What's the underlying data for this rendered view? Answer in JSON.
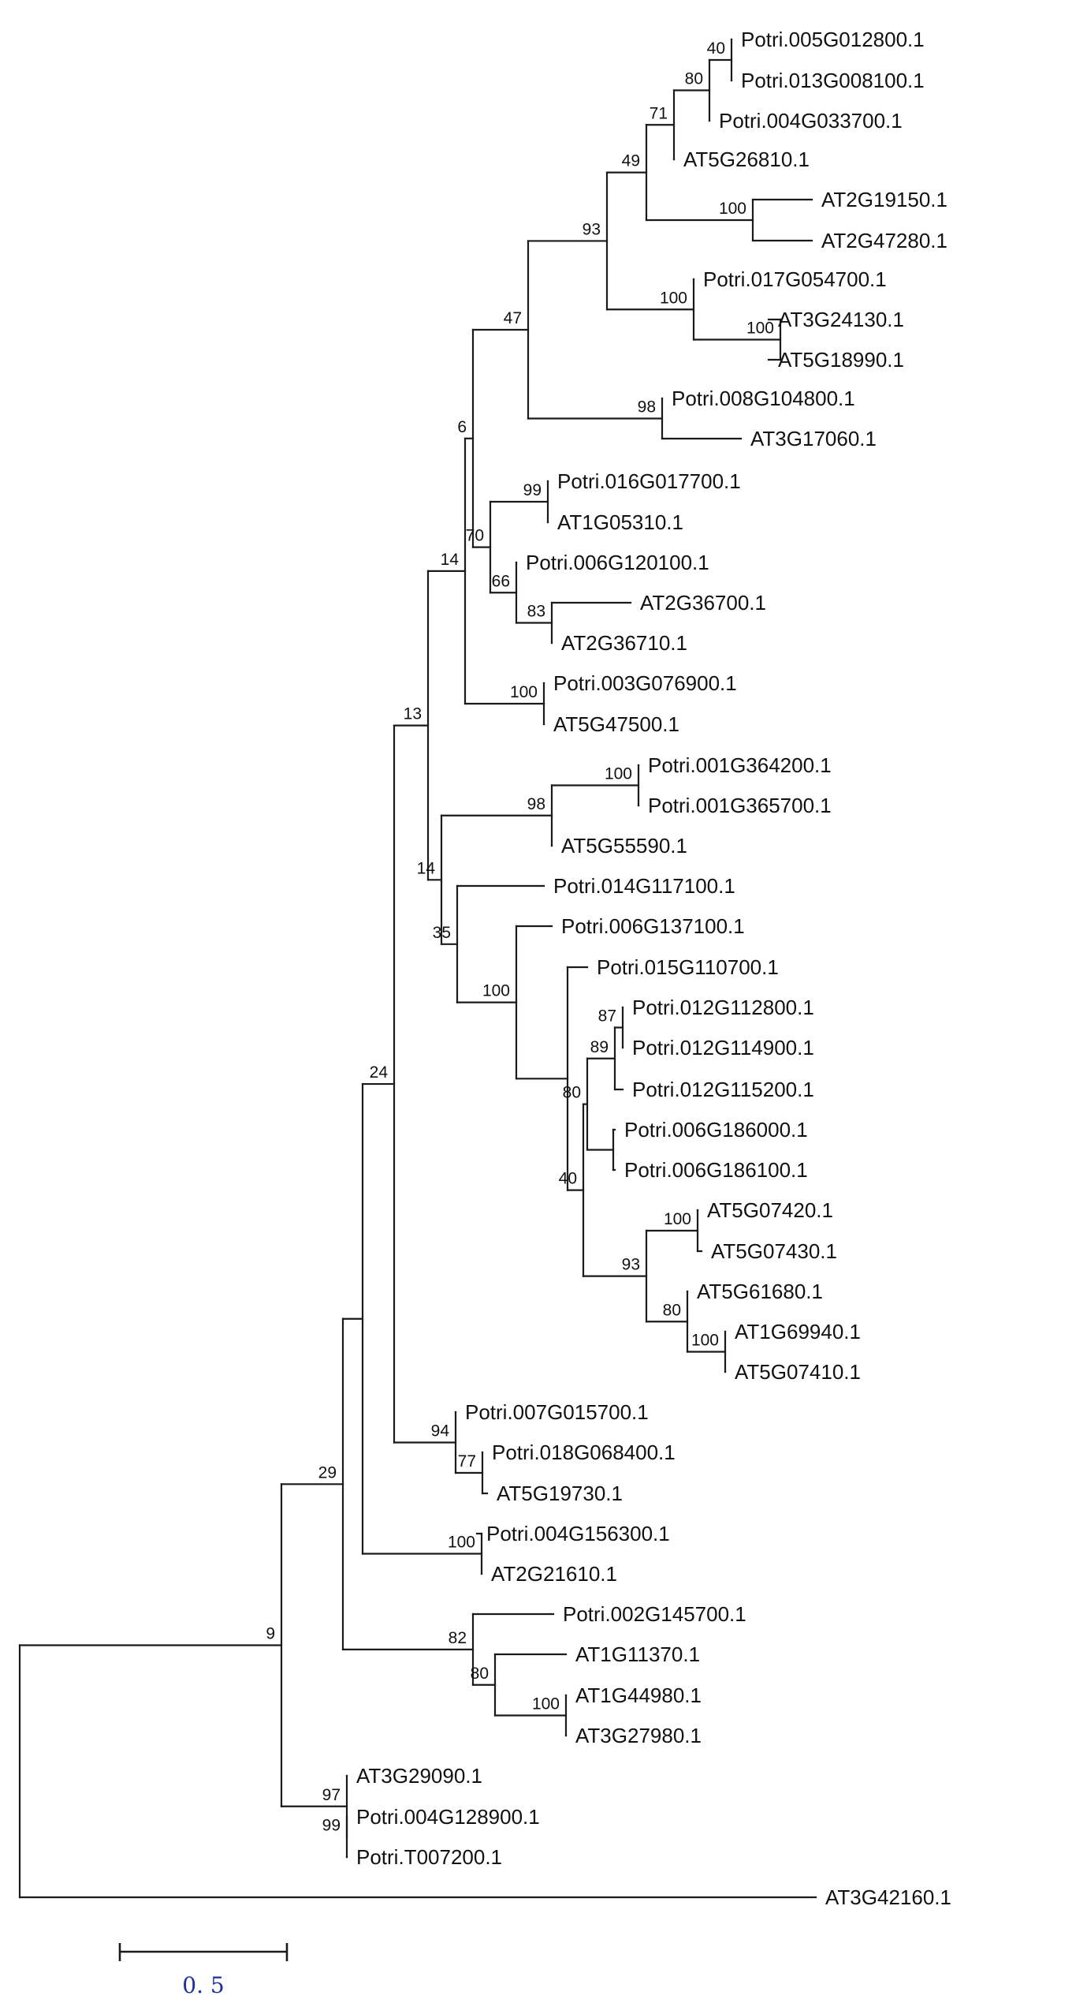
{
  "tree": {
    "tips": [
      "Potri.005G012800.1",
      "Potri.013G008100.1",
      "Potri.004G033700.1",
      "AT5G26810.1",
      "AT2G19150.1",
      "AT2G47280.1",
      "Potri.017G054700.1",
      "AT3G24130.1",
      "AT5G18990.1",
      "Potri.008G104800.1",
      "AT3G17060.1",
      "Potri.016G017700.1",
      "AT1G05310.1",
      "Potri.006G120100.1",
      "AT2G36700.1",
      "AT2G36710.1",
      "Potri.003G076900.1",
      "AT5G47500.1",
      "Potri.001G364200.1",
      "Potri.001G365700.1",
      "AT5G55590.1",
      "Potri.014G117100.1",
      "Potri.006G137100.1",
      "Potri.015G110700.1",
      "Potri.012G112800.1",
      "Potri.012G114900.1",
      "Potri.012G115200.1",
      "Potri.006G186000.1",
      "Potri.006G186100.1",
      "AT5G07420.1",
      "AT5G07430.1",
      "AT5G61680.1",
      "AT1G69940.1",
      "AT5G07410.1",
      "Potri.007G015700.1",
      "Potri.018G068400.1",
      "AT5G19730.1",
      "Potri.004G156300.1",
      "AT2G21610.1",
      "Potri.002G145700.1",
      "AT1G11370.1",
      "AT1G44980.1",
      "AT3G27980.1",
      "AT3G29090.1",
      "Potri.004G128900.1",
      "Potri.T007200.1",
      "AT3G42160.1"
    ],
    "support_values": [
      "40",
      "80",
      "71",
      "49",
      "100",
      "100",
      "100",
      "93",
      "98",
      "47",
      "99",
      "83",
      "66",
      "70",
      "6",
      "100",
      "100",
      "98",
      "14",
      "14",
      "87",
      "89",
      "80",
      "100",
      "100",
      "80",
      "93",
      "40",
      "100",
      "35",
      "13",
      "77",
      "94",
      "24",
      "100",
      "82",
      "80",
      "100",
      "29",
      "9",
      "97",
      "99"
    ],
    "scale_bar": {
      "value": 0.5,
      "label": "0. 5"
    }
  }
}
